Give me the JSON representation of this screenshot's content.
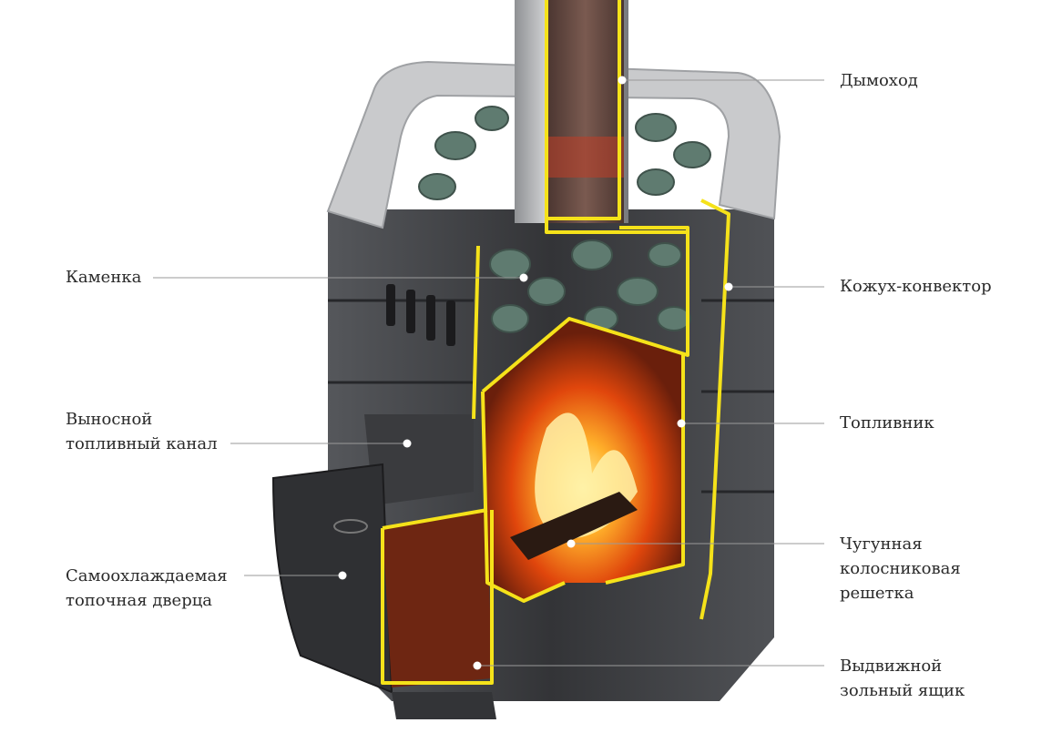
{
  "labels": {
    "chimney": [
      "Дымоход"
    ],
    "stone_basket": [
      "Каменка"
    ],
    "convector_casing": [
      "Кожух-конвектор"
    ],
    "remote_fuel_channel": [
      "Выносной",
      "топливный канал"
    ],
    "firebox": [
      "Топливник"
    ],
    "self_cooling_door": [
      "Самоохлаждаемая",
      "топочная дверца"
    ],
    "cast_iron_grate": [
      "Чугунная",
      "колосниковая",
      "решетка"
    ],
    "ash_drawer": [
      "Выдвижной",
      "зольный ящик"
    ]
  },
  "colors": {
    "outline": "#f5e21a",
    "body": "#3c3d40",
    "steel": "#c9cacc",
    "firebox": "#7a2a12",
    "fire": "#ff8a1a",
    "stone": "#5f7b70",
    "leader": "#9a9a9a"
  }
}
